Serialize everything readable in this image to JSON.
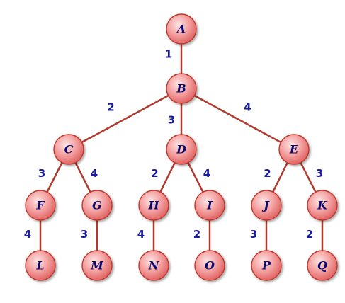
{
  "colors": {
    "node_fill_light": "#fde4e4",
    "node_fill": "#f4a0a0",
    "node_fill_dark": "#e06666",
    "node_stroke": "#c0392b",
    "edge": "#b03a2e",
    "label": "#0a0a6e",
    "weight": "#1a1aa0"
  },
  "nodes": [
    {
      "id": "A",
      "label": "A"
    },
    {
      "id": "B",
      "label": "B"
    },
    {
      "id": "C",
      "label": "C"
    },
    {
      "id": "D",
      "label": "D"
    },
    {
      "id": "E",
      "label": "E"
    },
    {
      "id": "F",
      "label": "F"
    },
    {
      "id": "G",
      "label": "G"
    },
    {
      "id": "H",
      "label": "H"
    },
    {
      "id": "I",
      "label": "I"
    },
    {
      "id": "J",
      "label": "J"
    },
    {
      "id": "K",
      "label": "K"
    },
    {
      "id": "L",
      "label": "L"
    },
    {
      "id": "M",
      "label": "M"
    },
    {
      "id": "N",
      "label": "N"
    },
    {
      "id": "O",
      "label": "O"
    },
    {
      "id": "P",
      "label": "P"
    },
    {
      "id": "Q",
      "label": "Q"
    }
  ],
  "edges": [
    {
      "from": "A",
      "to": "B",
      "weight": "1"
    },
    {
      "from": "B",
      "to": "C",
      "weight": "2"
    },
    {
      "from": "B",
      "to": "D",
      "weight": "3"
    },
    {
      "from": "B",
      "to": "E",
      "weight": "4"
    },
    {
      "from": "C",
      "to": "F",
      "weight": "3"
    },
    {
      "from": "C",
      "to": "G",
      "weight": "4"
    },
    {
      "from": "D",
      "to": "H",
      "weight": "2"
    },
    {
      "from": "D",
      "to": "I",
      "weight": "4"
    },
    {
      "from": "E",
      "to": "J",
      "weight": "2"
    },
    {
      "from": "E",
      "to": "K",
      "weight": "3"
    },
    {
      "from": "F",
      "to": "L",
      "weight": "4"
    },
    {
      "from": "G",
      "to": "M",
      "weight": "3"
    },
    {
      "from": "H",
      "to": "N",
      "weight": "4"
    },
    {
      "from": "I",
      "to": "O",
      "weight": "2"
    },
    {
      "from": "J",
      "to": "P",
      "weight": "3"
    },
    {
      "from": "K",
      "to": "Q",
      "weight": "2"
    }
  ]
}
